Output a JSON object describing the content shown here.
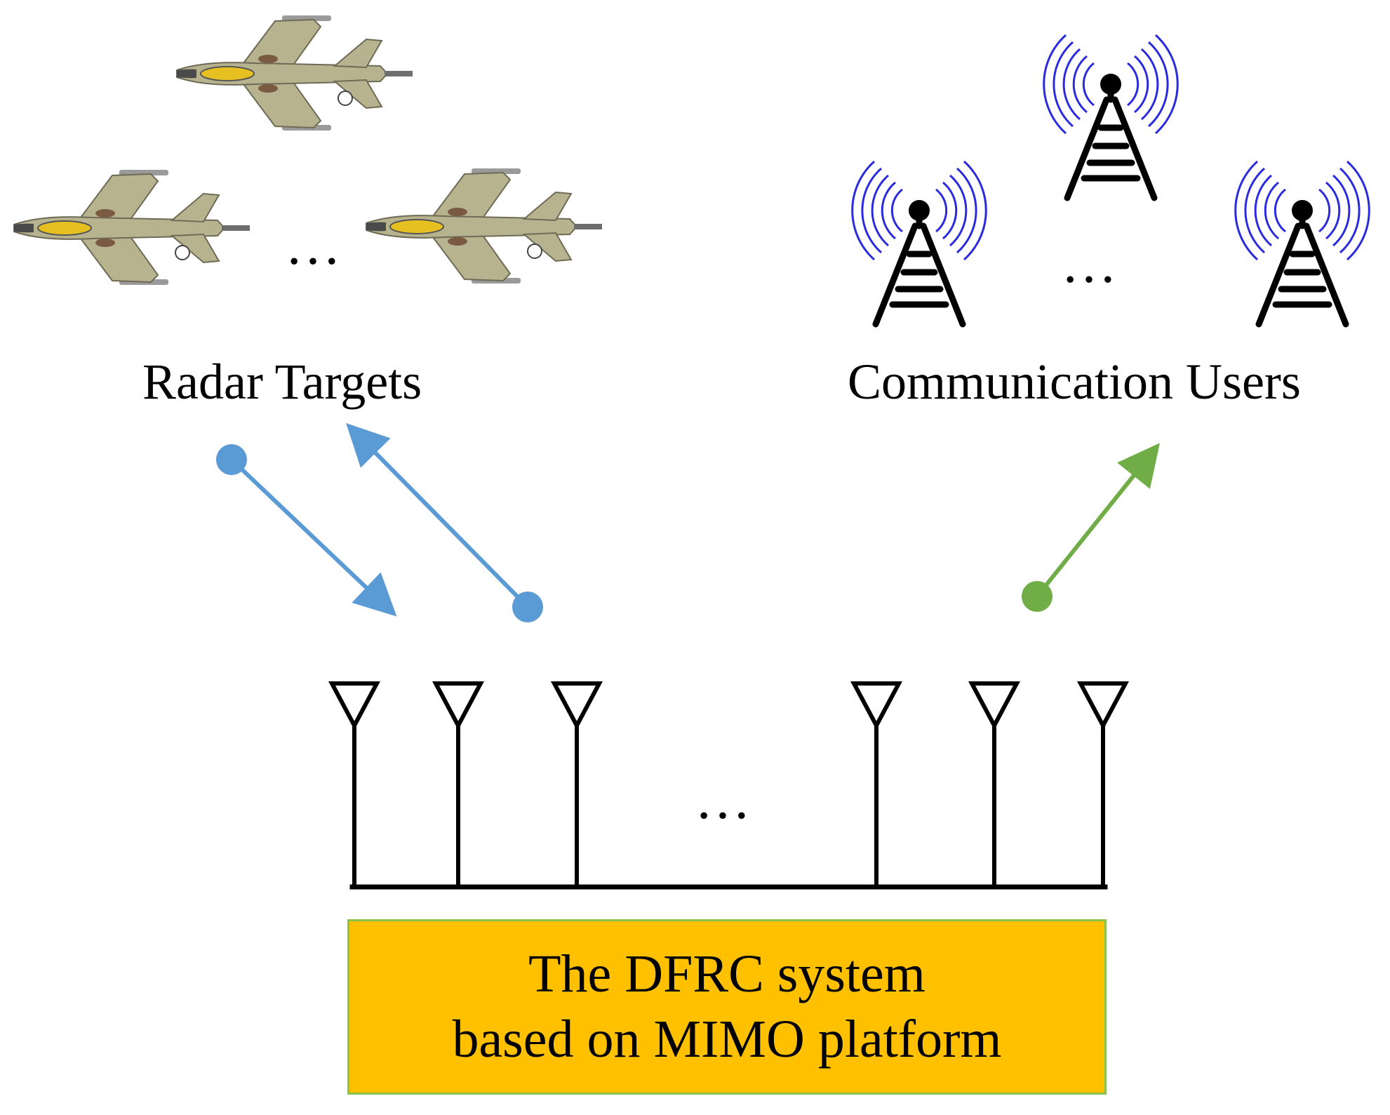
{
  "labels": {
    "radar_targets": "Radar Targets",
    "communication_users": "Communication Users",
    "dfrc_line1": "The DFRC system",
    "dfrc_line2": "based on MIMO platform"
  },
  "ellipsis": "…",
  "icons": {
    "plane": "fighter-jet-icon",
    "tower": "radio-tower-icon",
    "antenna": "antenna-icon"
  },
  "colors": {
    "radar_arrow": "#5b9bd5",
    "comm_arrow": "#70ad47",
    "box_fill": "#ffc000",
    "box_border": "#8bc34a",
    "wave": "#2a2adf",
    "plane_body": "#b5b08a",
    "plane_canopy": "#e6c020",
    "line": "#000000"
  }
}
